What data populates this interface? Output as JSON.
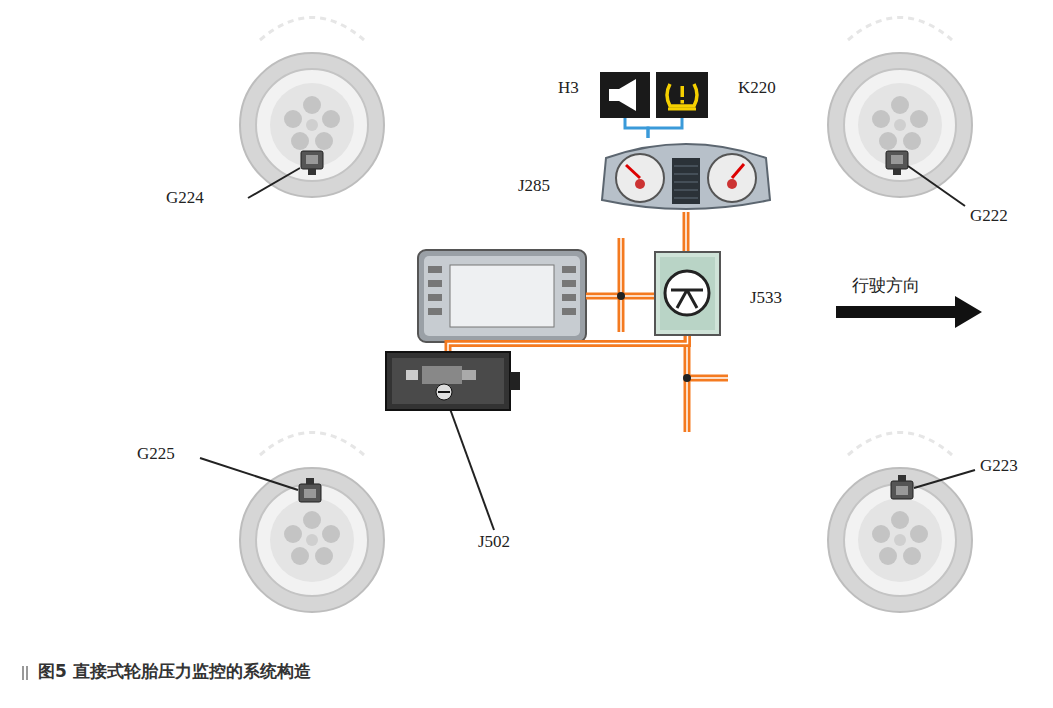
{
  "diagram": {
    "caption": "图5 直接式轮胎压力监控的系统构造",
    "nodes": [
      {
        "text": [
          "H3"
        ]
      },
      {
        "text": [
          "K220"
        ]
      },
      {
        "text": [
          "J285"
        ]
      },
      {
        "text": [
          "J533"
        ]
      },
      {
        "text": [
          "J502"
        ]
      }
    ],
    "edges": [
      {
        "from": 0,
        "to": 2,
        "arrow": "none"
      },
      {
        "from": 1,
        "to": 2,
        "arrow": "none"
      },
      {
        "from": 2,
        "to": 3,
        "arrow": "none"
      },
      {
        "from": 3,
        "to": 4,
        "arrow": "none"
      }
    ],
    "labels": [
      "G224",
      "G222",
      "G225",
      "G223",
      "行驶方向"
    ]
  }
}
